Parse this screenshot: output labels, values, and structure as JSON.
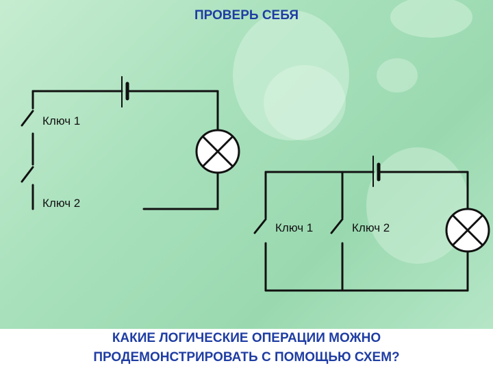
{
  "title": "ПРОВЕРЬ СЕБЯ",
  "circuit_serial": {
    "key1_label": "Ключ 1",
    "key2_label": "Ключ 2"
  },
  "circuit_parallel": {
    "key1_label": "Ключ 1",
    "key2_label": "Ключ 2"
  },
  "question": {
    "line1": "КАКИЕ ЛОГИЧЕСКИЕ ОПЕРАЦИИ МОЖНО",
    "line2": "ПРОДЕМОНСТРИРОВАТЬ С ПОМОЩЬЮ СХЕМ?"
  },
  "colors": {
    "title": "#1f3da3",
    "background": "#a7e0bb",
    "wire": "#111111"
  }
}
